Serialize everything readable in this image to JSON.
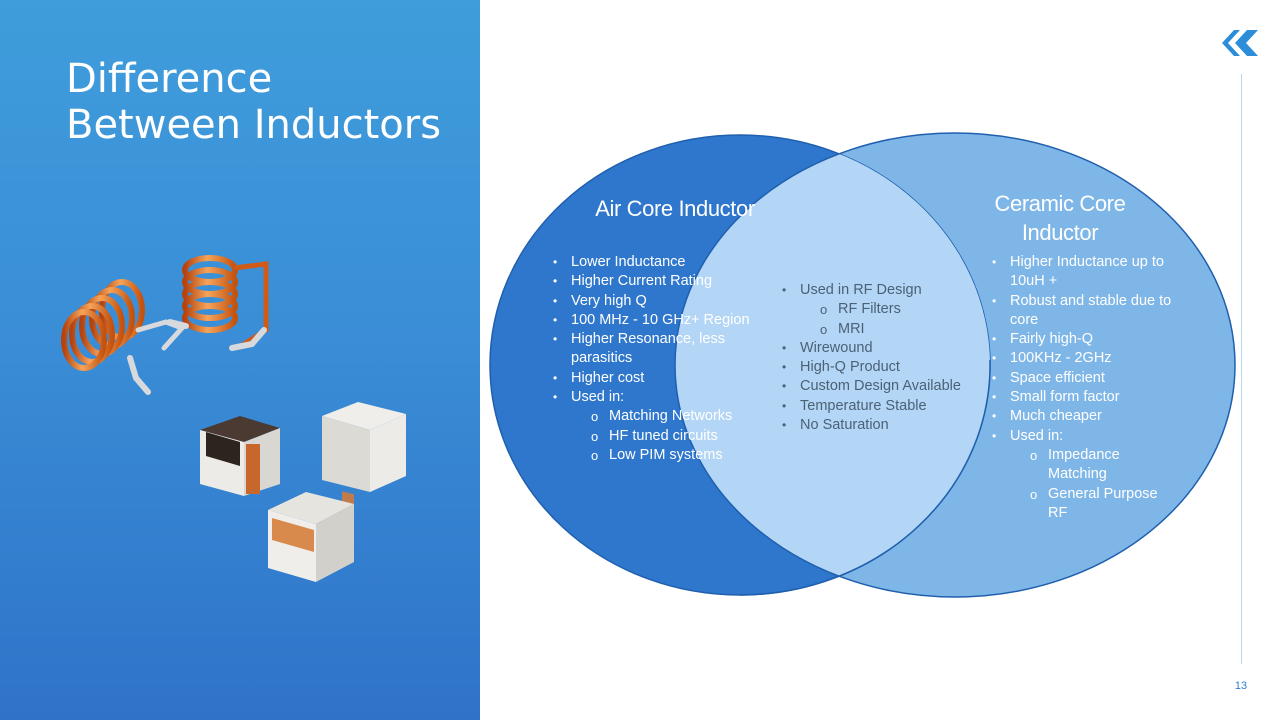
{
  "slide": {
    "title": "Difference Between Inductors",
    "page_number": "13"
  },
  "venn": {
    "left": {
      "title": "Air Core Inductor",
      "items": [
        "Lower Inductance",
        "Higher Current Rating",
        "Very high Q",
        "100 MHz - 10 GHz+ Region",
        "Higher Resonance, less parasitics",
        "Higher cost",
        "Used in:"
      ],
      "used_in": [
        "Matching Networks",
        "HF tuned circuits",
        "Low PIM systems"
      ]
    },
    "right": {
      "title": "Ceramic Core Inductor",
      "items": [
        "Higher Inductance up to 10uH +",
        "Robust and stable due to core",
        "Fairly high-Q",
        "100KHz - 2GHz",
        "Space efficient",
        "Small form factor",
        "Much cheaper",
        "Used in:"
      ],
      "used_in": [
        "Impedance Matching",
        "General Purpose RF"
      ]
    },
    "overlap": {
      "first_item": "Used in RF Design",
      "first_sub": [
        "RF Filters",
        "MRI"
      ],
      "items": [
        "Wirewound",
        "High-Q Product",
        "Custom Design Available",
        "Temperature Stable",
        "No Saturation"
      ]
    }
  },
  "colors": {
    "panel_top": "#3f9ddb",
    "panel_bottom": "#2f73c9",
    "left_circle": "#2f77cc",
    "right_circle": "#7fb6e8",
    "overlap": "#b3d6f6",
    "outline": "#1f5fae",
    "logo": "#2c8ed8"
  }
}
